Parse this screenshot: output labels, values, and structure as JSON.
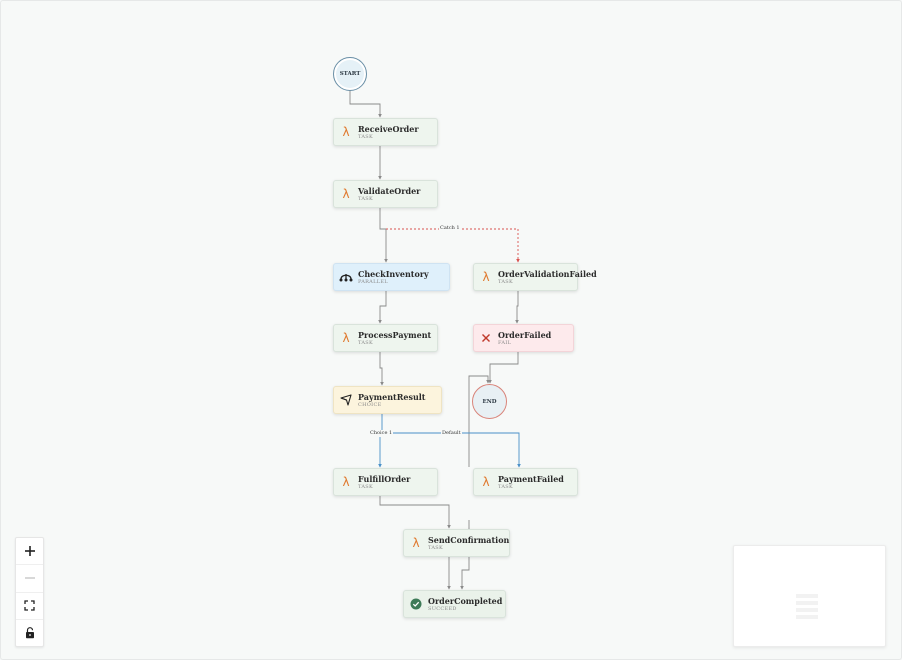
{
  "start_label": "START",
  "end_label": "END",
  "nodes": {
    "receive_order": {
      "name": "ReceiveOrder",
      "type": "TASK"
    },
    "validate_order": {
      "name": "ValidateOrder",
      "type": "TASK"
    },
    "check_inventory": {
      "name": "CheckInventory",
      "type": "PARALLEL"
    },
    "order_validation_failed": {
      "name": "OrderValidationFailed",
      "type": "TASK"
    },
    "process_payment": {
      "name": "ProcessPayment",
      "type": "TASK"
    },
    "order_failed": {
      "name": "OrderFailed",
      "type": "FAIL"
    },
    "payment_result": {
      "name": "PaymentResult",
      "type": "CHOICE"
    },
    "fulfill_order": {
      "name": "FulfillOrder",
      "type": "TASK"
    },
    "payment_failed": {
      "name": "PaymentFailed",
      "type": "TASK"
    },
    "send_confirmation": {
      "name": "SendConfirmation",
      "type": "TASK"
    },
    "order_completed": {
      "name": "OrderCompleted",
      "type": "SUCCEED"
    }
  },
  "edge_labels": {
    "catch": "Catch 1",
    "choice": "Choice 1",
    "default": "Default"
  },
  "icons": {
    "task": "lambda-icon",
    "parallel": "parallel-branch-icon",
    "choice": "choice-signpost-icon",
    "fail": "x-icon",
    "succeed": "check-circle-icon"
  },
  "controls": [
    "zoom-in",
    "zoom-out",
    "fit-view",
    "lock"
  ],
  "colors": {
    "task_bg": "#eef5ee",
    "parallel_bg": "#dff0fb",
    "choice_bg": "#fcf4dd",
    "fail_bg": "#fdeaec",
    "lambda_orange": "#e07a2f",
    "catch_edge_red": "#d9534f",
    "default_edge_blue": "#4a90c8"
  }
}
